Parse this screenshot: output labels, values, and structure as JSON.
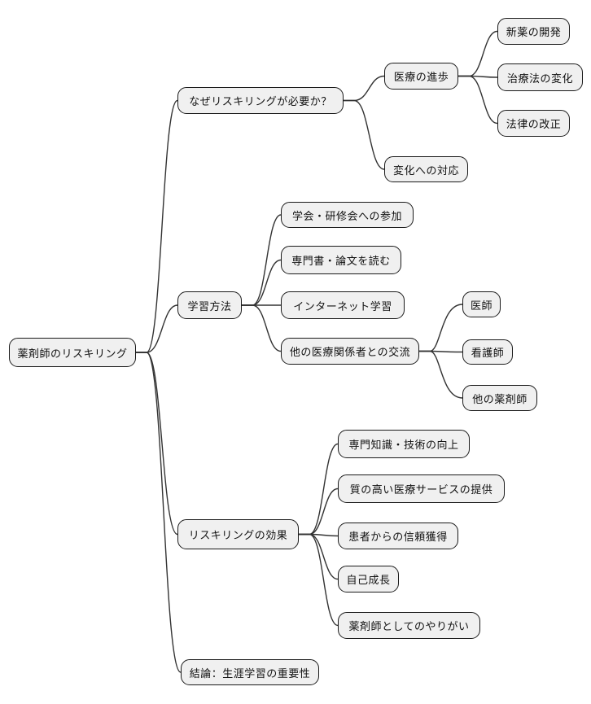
{
  "colors": {
    "background": "#ffffff",
    "node_fill": "#f0f0f0",
    "node_border": "#1a1a1a",
    "edge": "#333333",
    "text": "#111111"
  },
  "mindmap": {
    "root": {
      "label": "薬剤師のリスキリング",
      "children": [
        {
          "label": "なぜリスキリングが必要か？",
          "children": [
            {
              "label": "医療の進歩",
              "children": [
                {
                  "label": "新薬の開発"
                },
                {
                  "label": "治療法の変化"
                },
                {
                  "label": "法律の改正"
                }
              ]
            },
            {
              "label": "変化への対応"
            }
          ]
        },
        {
          "label": "学習方法",
          "children": [
            {
              "label": "学会・研修会への参加"
            },
            {
              "label": "専門書・論文を読む"
            },
            {
              "label": "インターネット学習"
            },
            {
              "label": "他の医療関係者との交流",
              "children": [
                {
                  "label": "医師"
                },
                {
                  "label": "看護師"
                },
                {
                  "label": "他の薬剤師"
                }
              ]
            }
          ]
        },
        {
          "label": "リスキリングの効果",
          "children": [
            {
              "label": "専門知識・技術の向上"
            },
            {
              "label": "質の高い医療サービスの提供"
            },
            {
              "label": "患者からの信頼獲得"
            },
            {
              "label": "自己成長"
            },
            {
              "label": "薬剤師としてのやりがい"
            }
          ]
        },
        {
          "label": "結論：生涯学習の重要性"
        }
      ]
    }
  }
}
